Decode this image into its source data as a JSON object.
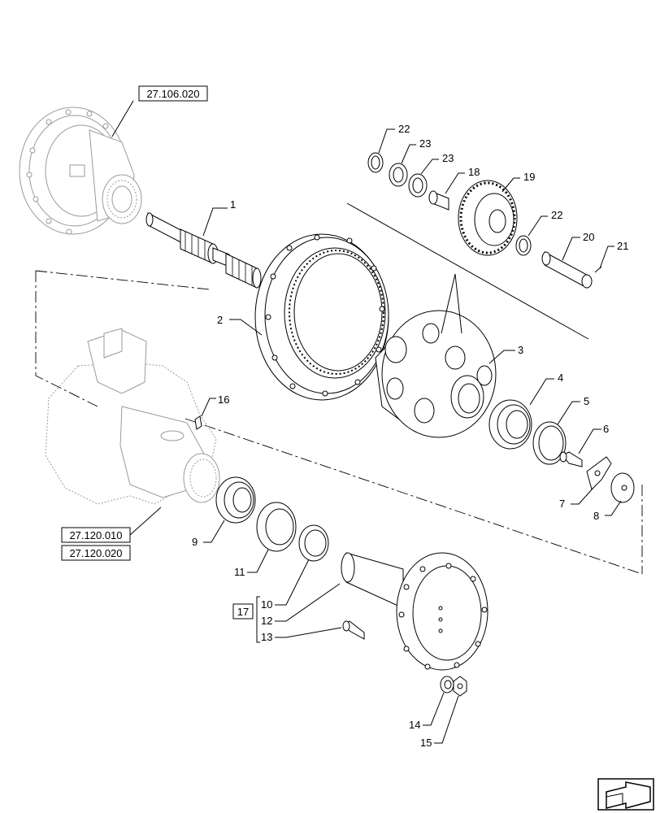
{
  "references": {
    "ref_top": "27.106.020",
    "ref_housing_1": "27.120.010",
    "ref_housing_2": "27.120.020",
    "ref_group": "17"
  },
  "callouts": {
    "n1": "1",
    "n2": "2",
    "n3": "3",
    "n4": "4",
    "n5": "5",
    "n6": "6",
    "n7": "7",
    "n8": "8",
    "n9": "9",
    "n10": "10",
    "n11": "11",
    "n12": "12",
    "n13": "13",
    "n14": "14",
    "n15": "15",
    "n16": "16",
    "n18": "18",
    "n19": "19",
    "n20": "20",
    "n21": "21",
    "n22a": "22",
    "n22b": "22",
    "n23a": "23",
    "n23b": "23"
  },
  "nav_icon": "prev-page-arrow-icon"
}
